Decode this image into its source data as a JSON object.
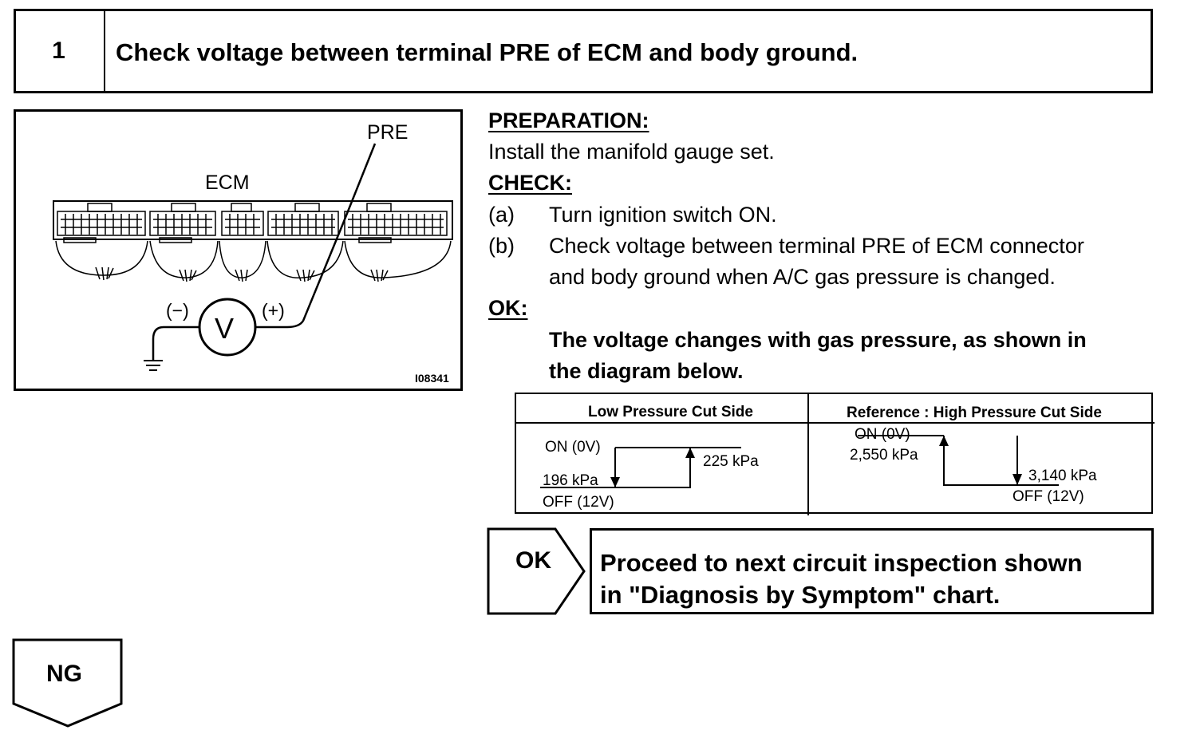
{
  "step": {
    "number": "1",
    "title": "Check voltage between terminal PRE of ECM and body ground."
  },
  "figure": {
    "pre_label": "PRE",
    "ecm_label": "ECM",
    "minus_label": "(−)",
    "plus_label": "(+)",
    "meter_label": "V",
    "figure_id": "I08341"
  },
  "preparation": {
    "heading": "PREPARATION:",
    "text": "Install the manifold gauge set."
  },
  "check": {
    "heading": "CHECK:",
    "steps": [
      {
        "marker": "(a)",
        "lines": [
          "Turn ignition switch ON."
        ]
      },
      {
        "marker": "(b)",
        "lines": [
          "Check voltage between terminal PRE of ECM connector",
          "and body ground when A/C gas pressure is changed."
        ]
      }
    ]
  },
  "ok": {
    "heading": "OK:",
    "lines": [
      "The voltage changes with gas pressure, as shown in",
      "the diagram below."
    ]
  },
  "pressure_table": {
    "left": {
      "header": "Low Pressure Cut Side",
      "on_label": "ON (0V)",
      "off_label": "OFF (12V)",
      "low_value": "196 kPa",
      "high_value": "225 kPa"
    },
    "right": {
      "header": "Reference : High Pressure Cut Side",
      "on_label": "ON (0V)",
      "off_label": "OFF (12V)",
      "low_value": "2,550 kPa",
      "high_value": "3,140 kPa"
    }
  },
  "result_ok": {
    "label": "OK",
    "lines": [
      "Proceed to next circuit inspection shown",
      "in \"Diagnosis by Symptom\" chart."
    ]
  },
  "result_ng": {
    "label": "NG"
  }
}
